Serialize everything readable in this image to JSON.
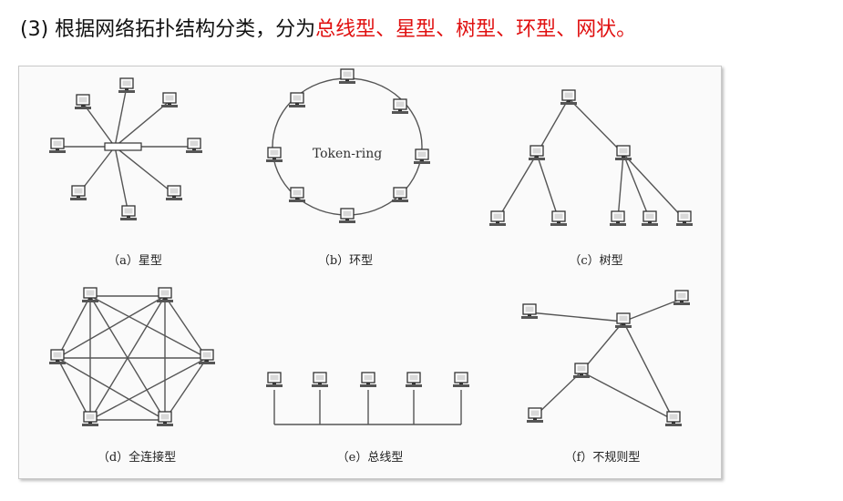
{
  "heading": {
    "prefix": "(3) 根据网络拓扑结构分类，分为",
    "highlight": "总线型、星型、树型、环型、网状。"
  },
  "figure": {
    "ring_label": "Token-ring",
    "captions": {
      "a": "（a）星型",
      "b": "（b）环型",
      "c": "（c）树型",
      "d": "（d）全连接型",
      "e": "（e）总线型",
      "f": "（f）不规则型"
    }
  },
  "colors": {
    "highlight": "#e01010",
    "line": "#555555"
  }
}
